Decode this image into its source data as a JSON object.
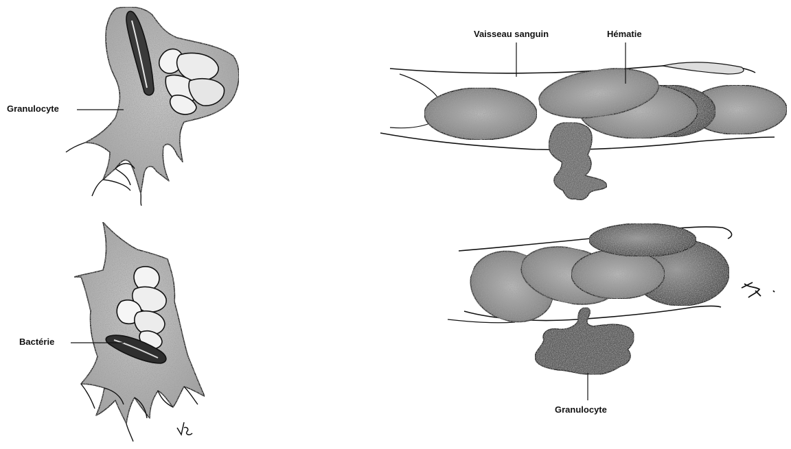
{
  "labels": {
    "granulocyte_top_left": "Granulocyte",
    "bacterie": "Bactérie",
    "vaisseau_sanguin": "Vaisseau sanguin",
    "hematie": "Hématie",
    "granulocyte_bottom_right": "Granulocyte"
  },
  "signatures": [
    "VL",
    "VL"
  ],
  "colors": {
    "ink": "#111111",
    "cell_shade": "#8a8a8a",
    "cell_dark": "#555555",
    "background": "#ffffff"
  }
}
